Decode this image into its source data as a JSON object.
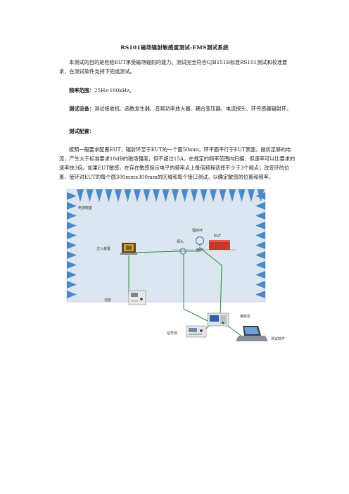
{
  "document": {
    "title": "RS101磁场辐射敏感度测试-EMS测试系统",
    "intro": "本测试的目的是检验EUT承受磁场辐射的能力。测试完全符合GJB151B标准RS101测试和校准要求，在测试软件支持下完成测试。",
    "freq_label": "频率范围：",
    "freq_value": "25Hz-100kHz。",
    "equip_label": "测试设备：",
    "equip_value": "测试接收机、函数发生器、音频功率放大器、耦合变压器、电流探头、环传感器辐射环。",
    "config_heading": "测试配置：",
    "config_body": "按照一般要求配置EUT，辐射环至于EUT的一个面50mm，环平面平行于EUT表面，提供足够的电流，产生大于标准要求10dB的磁场强度，但不超过15A，在规定的频率范围内扫描，但速率可以比要求的速率快3倍。如果EUT敏感，在存在敏感指示电平的频率点上每倍频程选择不少于3个频点；改变环的位置，使环对EUT的每个面300mmx300mm的区域和每个接口测试，以确定敏感的位置和频率。"
  },
  "figure": {
    "labels": {
      "room": "电波暗室",
      "injection": "注入装置",
      "probe": "探头",
      "radiating_loop": "辐射环",
      "eut": "EUT",
      "amplifier": "功放",
      "receiver": "接收机",
      "signal_source": "信号源",
      "software": "测试软件"
    },
    "colors": {
      "absorber": "#4a89c8",
      "wall": "#dbe6f1",
      "cable": "#2f8a3a",
      "eut": "#c23a2c"
    },
    "icons": [
      "transformer-icon",
      "probe-icon",
      "loop-antenna-icon",
      "eut-box",
      "amplifier-icon",
      "receiver-icon",
      "signal-generator-icon",
      "laptop-icon"
    ]
  }
}
